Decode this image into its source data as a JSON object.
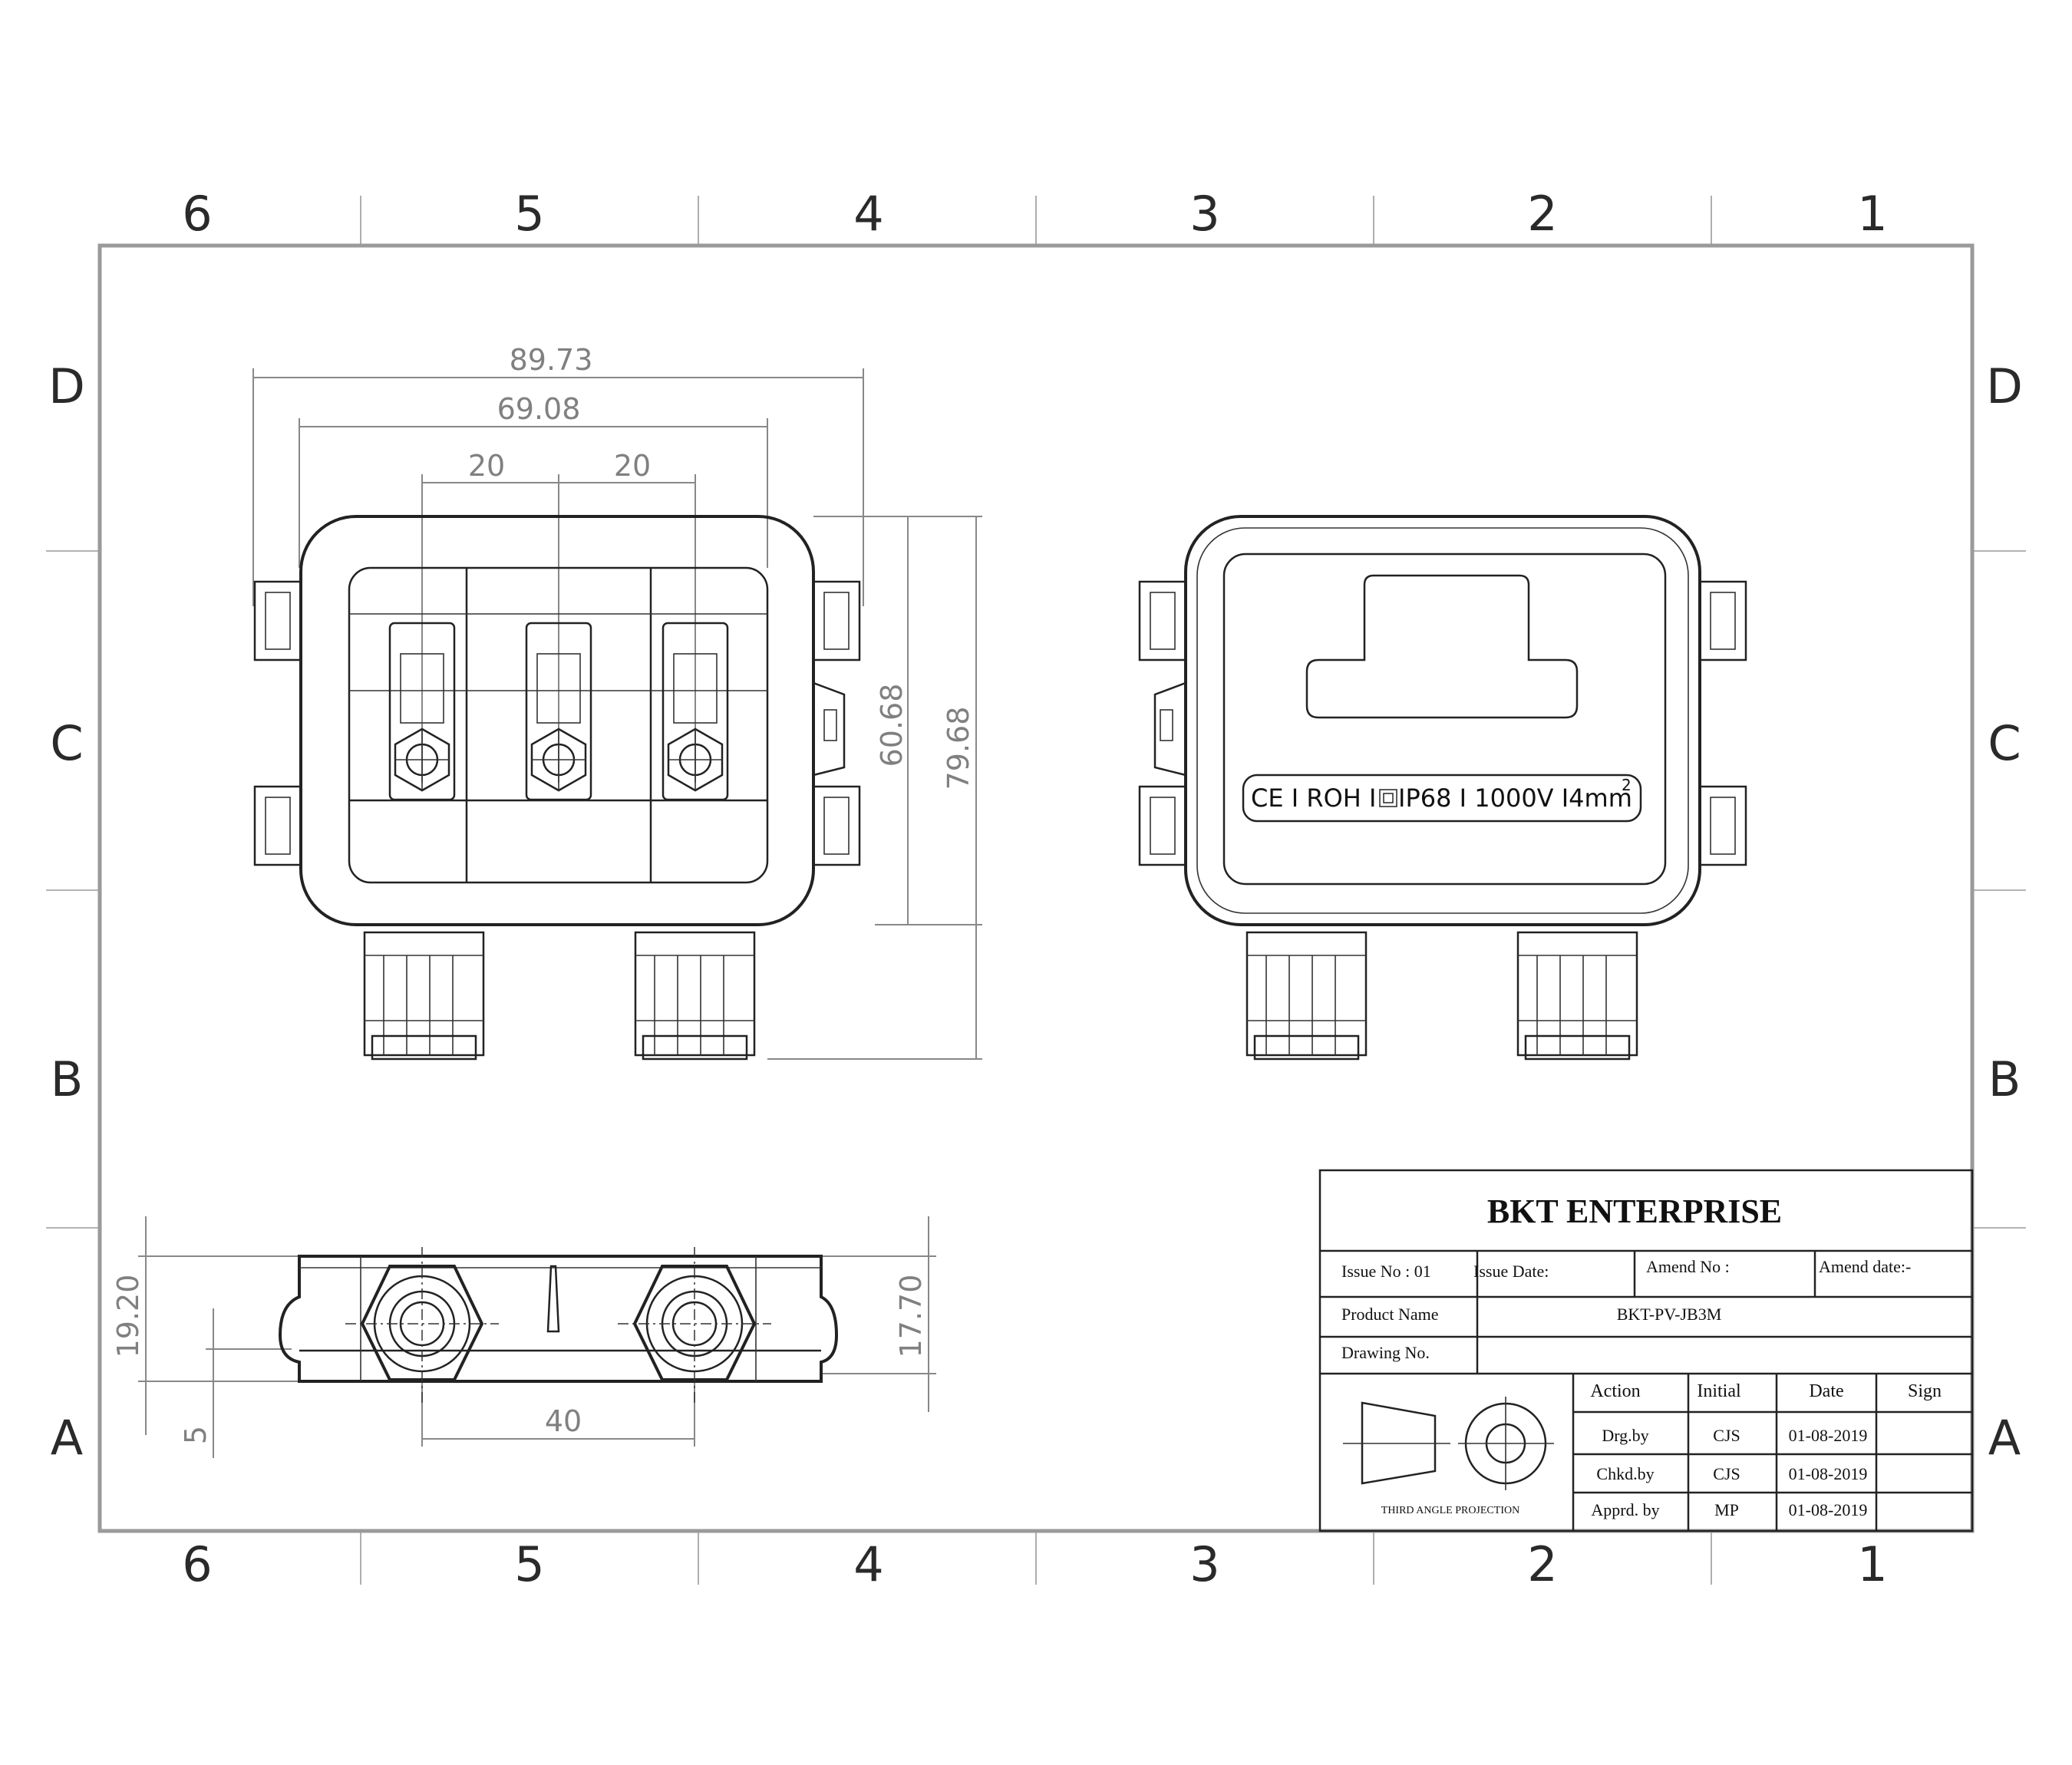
{
  "zones": {
    "columns": [
      "6",
      "5",
      "4",
      "3",
      "2",
      "1"
    ],
    "rows": [
      "D",
      "C",
      "B",
      "A"
    ]
  },
  "dimensions": {
    "overall_width": "89.73",
    "inner_width": "69.08",
    "pitch_left": "20",
    "pitch_right": "20",
    "body_height": "60.68",
    "overall_height": "79.68",
    "side_height_left": "19.20",
    "base_offset": "5",
    "side_height_right": "17.70",
    "gland_spacing": "40"
  },
  "label_plate": {
    "line": "CE I ROH I",
    "rating": "IP68 I 1000V I4mm",
    "superscript": "2"
  },
  "title_block": {
    "company": "BKT ENTERPRISE",
    "issue_no": "Issue No : 01",
    "issue_date": "Issue Date:",
    "amend_no": "Amend No :",
    "amend_date": "Amend date:-",
    "product_name_label": "Product Name",
    "product_name": "BKT-PV-JB3M",
    "drawing_no_label": "Drawing No.",
    "projection_label": "THIRD ANGLE PROJECTION",
    "headers": [
      "Action",
      "Initial",
      "Date",
      "Sign"
    ],
    "rows": [
      {
        "action": "Drg.by",
        "initial": "CJS",
        "date": "01-08-2019"
      },
      {
        "action": "Chkd.by",
        "initial": "CJS",
        "date": "01-08-2019"
      },
      {
        "action": "Apprd. by",
        "initial": "MP",
        "date": "01-08-2019"
      }
    ]
  }
}
